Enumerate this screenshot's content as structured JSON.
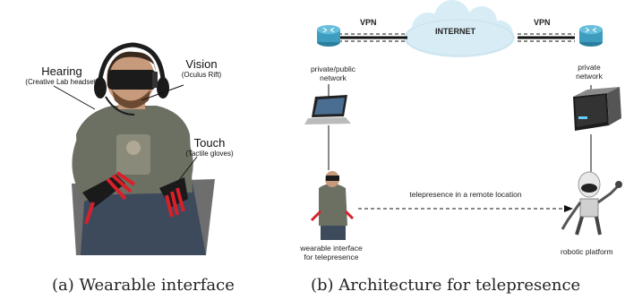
{
  "panel_a": {
    "hearing": {
      "title": "Hearing",
      "sub": "(Creative Lab headset)"
    },
    "vision": {
      "title": "Vision",
      "sub": "(Oculus Rift)"
    },
    "touch": {
      "title": "Touch",
      "sub": "(Tactile gloves)"
    },
    "caption": "(a) Wearable interface"
  },
  "panel_b": {
    "vpn_left": "VPN",
    "vpn_right": "VPN",
    "internet": "INTERNET",
    "private_public_l1": "private/public",
    "private_public_l2": "network",
    "private_l1": "private",
    "private_l2": "network",
    "telepresence": "telepresence in a remote location",
    "wearable_l1": "wearable interface",
    "wearable_l2": "for telepresence",
    "robotic": "robotic platform",
    "caption": "(b) Architecture for telepresence"
  }
}
